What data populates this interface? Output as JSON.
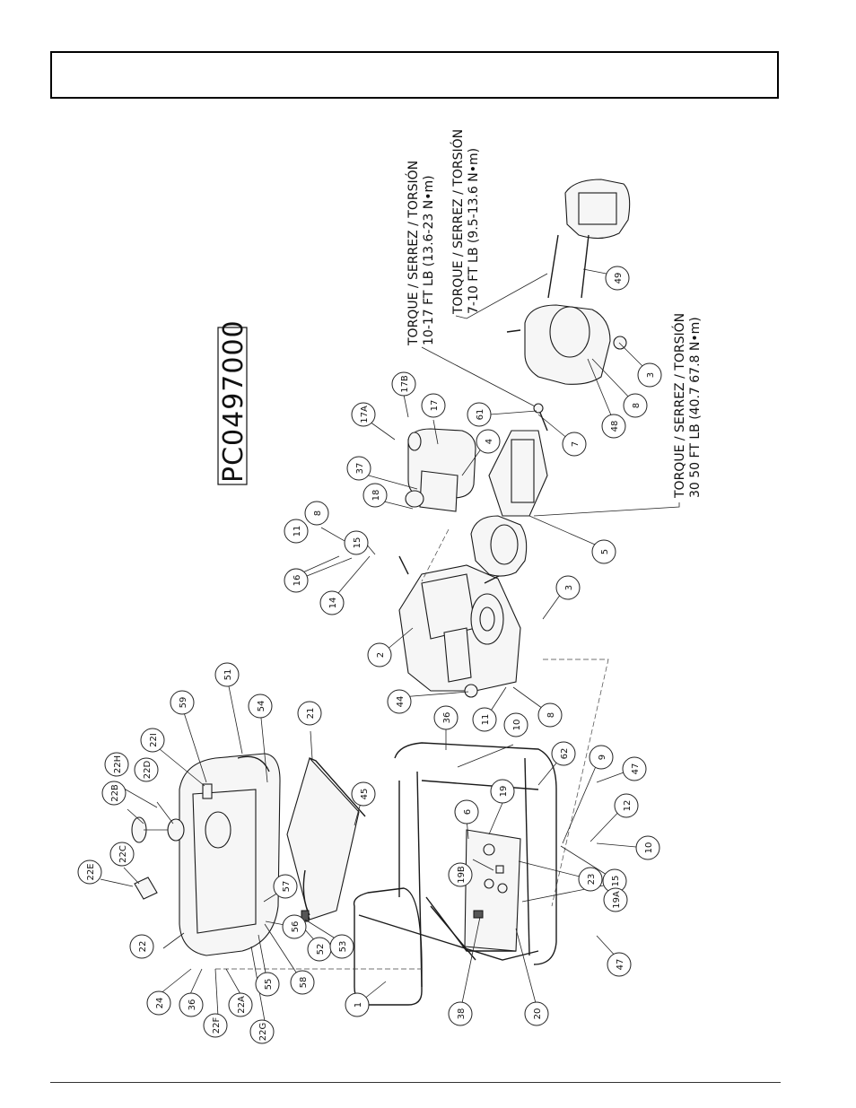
{
  "header": {
    "title": ""
  },
  "model_number": "PC0497000",
  "torque_notes": [
    {
      "line1": "TORQUE / SERREZ / TORSIÓN",
      "line2": "10-17 FT LB (13.6-23 N•m)"
    },
    {
      "line1": "TORQUE / SERREZ / TORSIÓN",
      "line2": "7-10 FT LB (9.5-13.6 N•m)"
    },
    {
      "line1": "TORQUE / SERREZ / TORSIÓN",
      "line2": "30 50 FT LB (40.7 67.8 N•m)"
    }
  ],
  "callouts": [
    "1",
    "2",
    "3",
    "3",
    "4",
    "5",
    "6",
    "7",
    "8",
    "8",
    "8",
    "9",
    "10",
    "10",
    "11",
    "11",
    "12",
    "14",
    "15",
    "15",
    "16",
    "17",
    "17A",
    "17B",
    "18",
    "19",
    "19A",
    "19B",
    "20",
    "21",
    "22",
    "22A",
    "22B",
    "22C",
    "22D",
    "22E",
    "22F",
    "22G",
    "22H",
    "22I",
    "23",
    "24",
    "36",
    "36",
    "37",
    "38",
    "44",
    "45",
    "47",
    "47",
    "48",
    "49",
    "51",
    "52",
    "53",
    "54",
    "55",
    "56",
    "57",
    "58",
    "59",
    "61",
    "62"
  ]
}
